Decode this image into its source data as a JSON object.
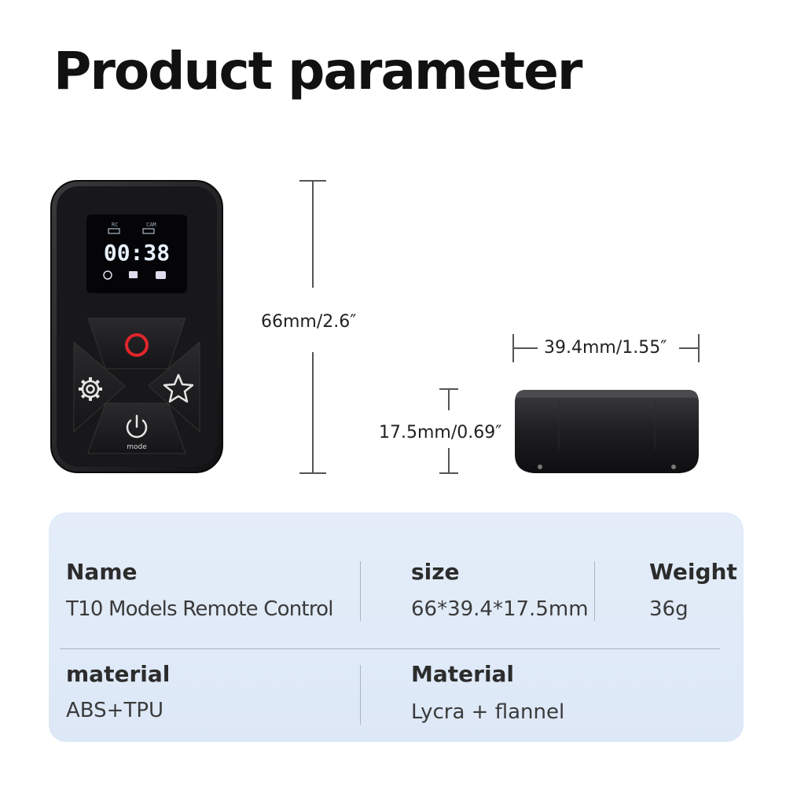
{
  "title": "Product parameter",
  "remote": {
    "screen_time": "00:38",
    "rc_label": "RC",
    "cam_label": "CAM",
    "mode_label": "mode"
  },
  "dimensions": {
    "height": "66mm/2.6″",
    "width": "39.4mm/1.55″",
    "depth": "17.5mm/0.69″"
  },
  "specs": {
    "name_label": "Name",
    "name_value": "T10 Models Remote Control",
    "size_label": "size",
    "size_value": "66*39.4*17.5mm",
    "weight_label": "Weight",
    "weight_value": "36g",
    "material_label": "material",
    "material_value": "ABS+TPU",
    "material2_label": "Material",
    "material2_value": "Lycra + flannel"
  },
  "colors": {
    "panel_background": "#dde8f7",
    "record_button": "#e0262b",
    "device_body": "#1c1c1e"
  }
}
